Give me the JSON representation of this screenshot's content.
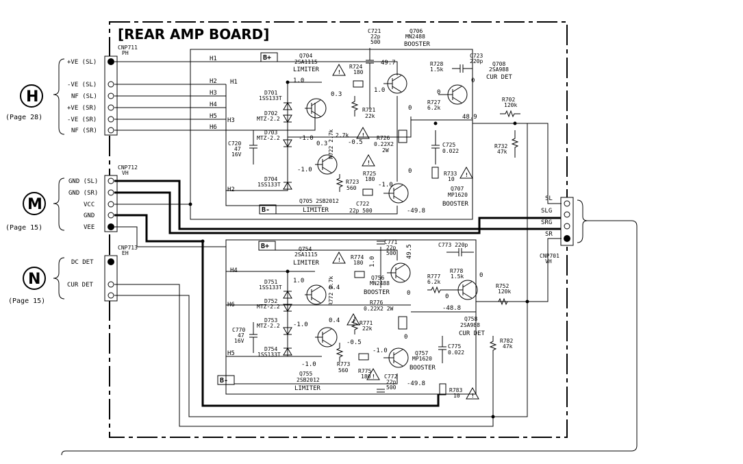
{
  "board_title": "[REAR AMP BOARD]",
  "connectors": {
    "cnp711": {
      "name": "CNP711",
      "type": "PH",
      "pins": [
        "+VE (SL)",
        "-VE (SL)",
        "NF (SL)",
        "+VE (SR)",
        "-VE (SR)",
        "NF (SR)"
      ]
    },
    "cnp712": {
      "name": "CNP712",
      "type": "VH",
      "pins": [
        "GND (SL)",
        "GND (SR)",
        "VCC",
        "GND",
        "VEE"
      ]
    },
    "cnp713": {
      "name": "CNP713",
      "type": "EH",
      "pins": [
        "DC DET",
        "CUR DET"
      ]
    },
    "cnp701": {
      "name": "CNP701",
      "type": "VH",
      "pins": [
        "SL",
        "SLG",
        "SRG",
        "SR"
      ]
    }
  },
  "ref_circles": [
    {
      "letter": "H",
      "page": "(Page 28)"
    },
    {
      "letter": "M",
      "page": "(Page 15)"
    },
    {
      "letter": "N",
      "page": "(Page 15)"
    }
  ],
  "net_labels": [
    "H1",
    "H2",
    "H3",
    "H4",
    "H5",
    "H6",
    "H1",
    "H3",
    "H2",
    "H4",
    "H6",
    "H5"
  ],
  "rail_labels": {
    "bplus_top": "B+",
    "bminus_top": "B-",
    "bplus_bot": "B+",
    "bminus_bot": "B-"
  },
  "components": {
    "q704": [
      "Q704",
      "2SA1115",
      "LIMITER"
    ],
    "q706": [
      "Q706",
      "MN2488",
      "BOOSTER"
    ],
    "q708": [
      "Q708",
      "2SA988",
      "CUR DET"
    ],
    "q705": [
      "Q705 2SB2012",
      "LIMITER"
    ],
    "q707": [
      "Q707",
      "MP1620",
      "BOOSTER"
    ],
    "q754": [
      "Q754",
      "2SA1115",
      "LIMITER"
    ],
    "q756": [
      "Q756",
      "MN2488",
      "BOOSTER"
    ],
    "q758": [
      "Q758",
      "2SA988",
      "CUR DET"
    ],
    "q755": [
      "Q755",
      "2SB2012",
      "LIMITER"
    ],
    "q757": [
      "Q757",
      "MP1620",
      "BOOSTER"
    ],
    "c721": [
      "C721",
      "22p",
      "500"
    ],
    "c723": [
      "C723",
      "220p"
    ],
    "c720": [
      "C720",
      "47",
      "16V"
    ],
    "c725": [
      "C725",
      "0.022"
    ],
    "c722": [
      "C722",
      "22p 500"
    ],
    "c771": [
      "C771",
      "22p",
      "500"
    ],
    "c773": [
      "C773 220p"
    ],
    "c770": [
      "C770",
      "47",
      "16V"
    ],
    "c775": [
      "C775",
      "0.022"
    ],
    "c772": [
      "C772",
      "22p",
      "500"
    ],
    "r724": [
      "R724",
      "180"
    ],
    "r728": [
      "R728",
      "1.5k"
    ],
    "r721": [
      "R721",
      "22k"
    ],
    "r727": [
      "R727",
      "6.2k"
    ],
    "r702": [
      "R702",
      "120k"
    ],
    "r722": [
      "R722 2.7k"
    ],
    "r726": [
      "R726",
      "0.22X2",
      "2W"
    ],
    "r732": [
      "R732",
      "47k"
    ],
    "r725": [
      "R725",
      "180"
    ],
    "r723": [
      "R723",
      "560"
    ],
    "r733": [
      "R733",
      "10"
    ],
    "r774": [
      "R774",
      "180"
    ],
    "r777": [
      "R777",
      "6.2k"
    ],
    "r778": [
      "R778",
      "1.5k"
    ],
    "r752": [
      "R752",
      "120k"
    ],
    "r772": [
      "R772 2.7k"
    ],
    "r776": [
      "R776",
      "0.22X2 2W"
    ],
    "r771": [
      "R771",
      "22k"
    ],
    "r782": [
      "R782",
      "47k"
    ],
    "r773": [
      "R773",
      "560"
    ],
    "r775": [
      "R775",
      "180"
    ],
    "r783": [
      "R783",
      "10"
    ],
    "d701": [
      "D701",
      "1SS133T"
    ],
    "d702": [
      "D702",
      "MTZ-2.2"
    ],
    "d703": [
      "D703",
      "MTZ-2.2"
    ],
    "d704": [
      "D704",
      "1SS133T"
    ],
    "d751": [
      "D751",
      "1SS133T"
    ],
    "d752": [
      "D752",
      "MTZ-2.2"
    ],
    "d753": [
      "D753",
      "MTZ-2.2"
    ],
    "d754": [
      "D754",
      "1SS133T"
    ]
  },
  "voltages": {
    "v1": "49.7",
    "v2": "1.0",
    "v3": "1.0",
    "v4": "0.3",
    "v5": "0",
    "v6": "0",
    "v7": "0",
    "v8": "48.9",
    "v9": "-1.0",
    "v10": "0.3",
    "v11": "-0.5",
    "v12": "-1.0",
    "v13": "0",
    "v14": "-1.0",
    "v15": "-49.8",
    "v16": "2.7k",
    "v21": "49.5",
    "v22": "1.0",
    "v23": "1.0",
    "v24": "0.4",
    "v25": "0",
    "v26": "0",
    "v27": "0",
    "v28": "-48.8",
    "v29": "-1.0",
    "v30": "0.4",
    "v31": "-0.5",
    "v32": "-1.0",
    "v33": "0",
    "v34": "-1.0",
    "v35": "-49.8"
  },
  "colors": {
    "ink": "#000000",
    "paper": "#ffffff"
  }
}
